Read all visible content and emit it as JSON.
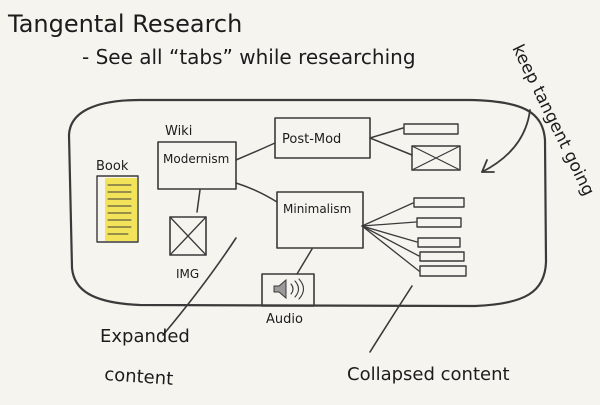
{
  "title": "Tangental Research",
  "subtitle": "- See all “tabs” while researching",
  "side_note": "keep tangent going",
  "nodes": {
    "wiki_label": "Wiki",
    "modernism": "Modernism",
    "book": "Book",
    "img": "IMG",
    "post_mod": "Post-Mod",
    "minimalism": "Minimalism",
    "audio": "Audio"
  },
  "annotations": {
    "expanded": [
      "Expanded",
      "content"
    ],
    "collapsed": "Collapsed content"
  },
  "icons": {
    "image_placeholder": "crossed-box-icon",
    "speaker": "speaker-icon",
    "book_pages": "highlighted-page-icon"
  },
  "colors": {
    "ink": "#1c1c1c",
    "pencil": "#3a3a3a",
    "highlight": "#f2e35a",
    "paper": "#f6f4ef"
  }
}
